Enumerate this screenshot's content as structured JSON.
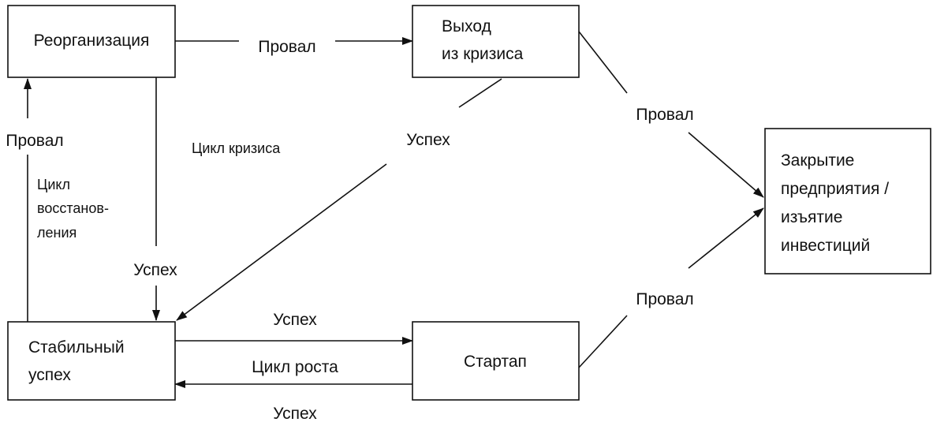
{
  "nodes": {
    "reorganization": {
      "label": "Реорганизация"
    },
    "exit_crisis": {
      "line1": "Выход",
      "line2": "из кризиса"
    },
    "closure": {
      "line1": "Закрытие",
      "line2": "предприятия /",
      "line3": "изъятие",
      "line4": "инвестиций"
    },
    "stable_success": {
      "line1": "Стабильный",
      "line2": "успех"
    },
    "startup": {
      "label": "Стартап"
    }
  },
  "edges": {
    "reorg_to_exit": "Провал",
    "exit_to_closure": "Провал",
    "startup_to_closure": "Провал",
    "exit_to_stable": "Успех",
    "reorg_to_stable": "Успех",
    "stable_to_reorg": "Провал",
    "stable_to_startup": "Успех",
    "startup_to_stable": "Успех"
  },
  "cycles": {
    "crisis": "Цикл кризиса",
    "recovery_line1": "Цикл",
    "recovery_line2": "восстанов-",
    "recovery_line3": "ления",
    "growth": "Цикл роста"
  }
}
